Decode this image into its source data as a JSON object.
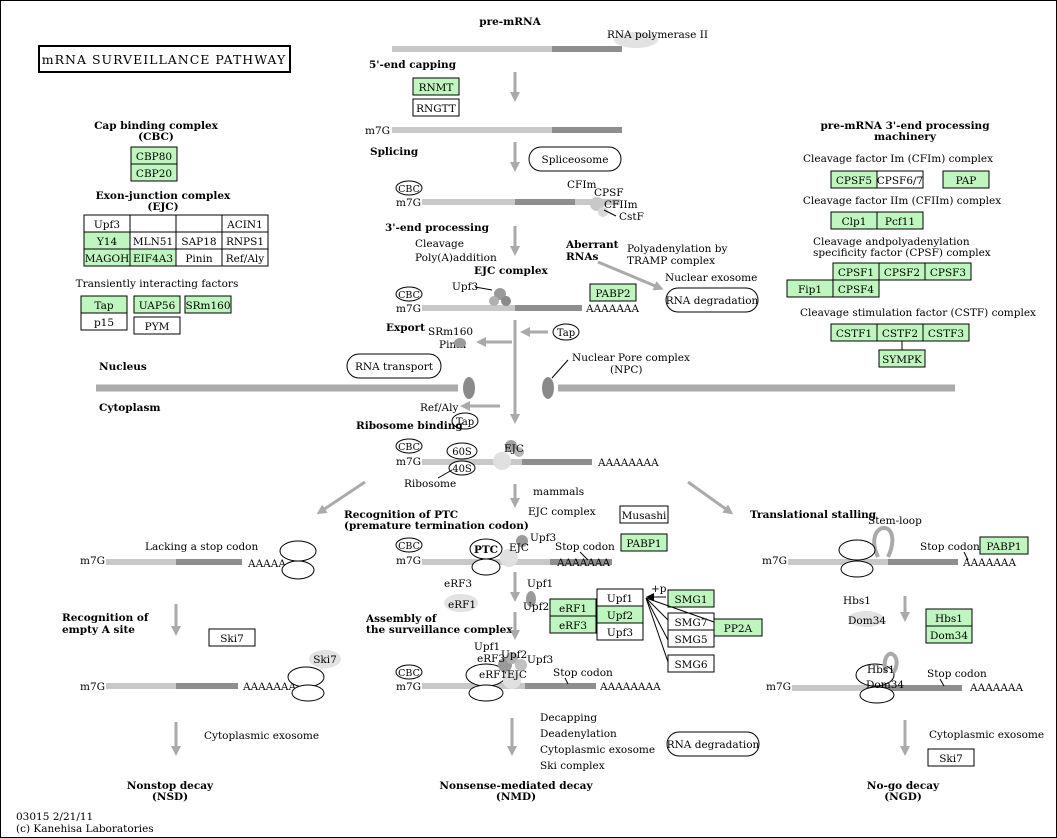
{
  "title": "mRNA SURVEILLANCE PATHWAY",
  "footer": {
    "line1": "03015 2/21/11",
    "line2": "(c) Kanehisa Laboratories"
  },
  "compartments": {
    "nucleus": "Nucleus",
    "cytoplasm": "Cytoplasm"
  },
  "center": {
    "pre_mrna": "pre-mRNA",
    "rna_pol": "RNA polymerase II",
    "capping": "5'-end capping",
    "rnmt": "RNMT",
    "rngtt": "RNGTT",
    "m7g": "m7G",
    "splicing": "Splicing",
    "spliceosome": "Spliceosome",
    "cbc": "CBC",
    "cfim": "CFIm",
    "cpsf": "CPSF",
    "cfiim": "CFIIm",
    "cstf": "CstF",
    "end3": "3'-end processing",
    "cleavage": "Cleavage",
    "polya": "Poly(A)addition",
    "aberrant": "Aberrant RNAs",
    "polyadenylation": "Polyadenylation by TRAMP complex",
    "nuclear_exosome": "Nuclear exosome",
    "rna_degradation": "RNA degradation",
    "ejc_complex": "EJC complex",
    "upf3": "Upf3",
    "pabp2": "PABP2",
    "polya_tail": "AAAAAAA",
    "polya_tail8": "AAAAAAAA",
    "polya_tail5": "AAAAA",
    "export": "Export",
    "srm160": "SRm160",
    "pinin": "Pinin",
    "tap": "Tap",
    "rna_transport": "RNA transport",
    "npc": "Nuclear Pore complex (NPC)",
    "refaly": "Ref/Aly",
    "ribosome_binding": "Ribosome binding",
    "r60s": "60S",
    "r40s": "40S",
    "ejc": "EJC",
    "ribosome": "Ribosome",
    "mammals": "mammals",
    "ejc_complex2": "EJC complex",
    "musashi": "Musashi"
  },
  "left": {
    "cbc_title": "Cap binding complex (CBC)",
    "cbp80": "CBP80",
    "cbp20": "CBP20",
    "ejc_title": "Exon-junction complex (EJC)",
    "ejc_grid": [
      [
        "Upf3",
        "",
        "",
        "ACIN1"
      ],
      [
        "Y14",
        "MLN51",
        "SAP18",
        "RNPS1"
      ],
      [
        "MAGOH",
        "EIF4A3",
        "Pinin",
        "Ref/Aly"
      ]
    ],
    "ejc_green": [
      [
        false,
        false,
        false,
        false
      ],
      [
        true,
        false,
        false,
        false
      ],
      [
        true,
        true,
        false,
        false
      ]
    ],
    "transient_title": "Transiently interacting factors",
    "tap": "Tap",
    "p15": "p15",
    "uap56": "UAP56",
    "pym": "PYM",
    "srm160": "SRm160"
  },
  "right": {
    "title": "pre-mRNA 3'-end processing machinery",
    "cfim_title": "Cleavage factor Im (CFIm) complex",
    "cpsf5": "CPSF5",
    "cpsf67": "CPSF6/7",
    "pap": "PAP",
    "cfiim_title": "Cleavage factor IIm (CFIIm) complex",
    "clp1": "Clp1",
    "pcf11": "Pcf11",
    "cpsf_title": "Cleavage andpolyadenylation specificity factor (CPSF) complex",
    "cpsf1": "CPSF1",
    "cpsf2": "CPSF2",
    "cpsf3": "CPSF3",
    "fip1": "Fip1",
    "cpsf4": "CPSF4",
    "cstf_title": "Cleavage stimulation factor (CSTF) complex",
    "cstf1": "CSTF1",
    "cstf2": "CSTF2",
    "cstf3": "CSTF3",
    "sympk": "SYMPK"
  },
  "nsd": {
    "lacking": "Lacking a stop codon",
    "recog": "Recognition of empty A site",
    "ski7": "Ski7",
    "exosome": "Cytoplasmic exosome",
    "title": "Nonstop decay (NSD)"
  },
  "nmd": {
    "recog_ptc": "Recognition of PTC (premature termination codon)",
    "ptc": "PTC",
    "stop_codon": "Stop codon",
    "pabp1": "PABP1",
    "erf3": "eRF3",
    "erf1": "eRF1",
    "upf1": "Upf1",
    "upf2": "Upf2",
    "upf3": "Upf3",
    "assembly": "Assembly of the surveillance complex",
    "plus_p": "+p",
    "smg1": "SMG1",
    "smg7": "SMG7",
    "smg5": "SMG5",
    "smg6": "SMG6",
    "pp2a": "PP2A",
    "decapping": "Decapping",
    "deadenylation": "Deadenylation",
    "cyto_exosome": "Cytoplasmic exosome",
    "ski_complex": "Ski complex",
    "rna_degradation": "RNA degradation",
    "title": "Nonsense-mediated decay (NMD)"
  },
  "ngd": {
    "stalling": "Translational stalling",
    "stem_loop": "Stem-loop",
    "stop_codon": "Stop codon",
    "pabp1": "PABP1",
    "hbs1": "Hbs1",
    "dom34": "Dom34",
    "exosome": "Cytoplasmic exosome",
    "ski7": "Ski7",
    "title": "No-go decay (NGD)"
  }
}
